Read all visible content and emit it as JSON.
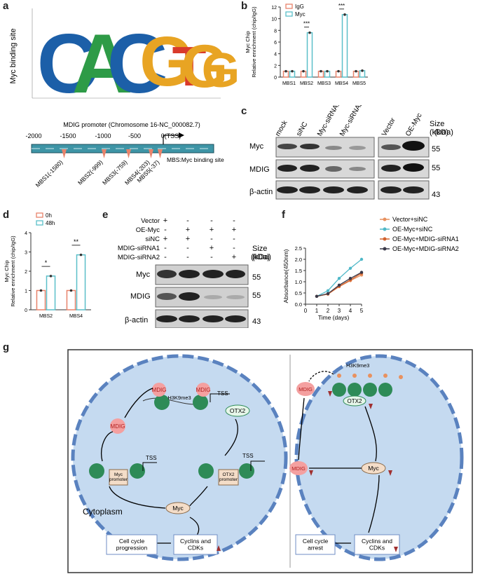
{
  "panels": {
    "a": "a",
    "b": "b",
    "c": "c",
    "d": "d",
    "e": "e",
    "f": "f",
    "g": "g"
  },
  "panel_a": {
    "ylabel": "Myc binding site",
    "logo_letters": [
      "C",
      "A",
      "C",
      "G",
      "T",
      "G",
      "G"
    ],
    "promoter_title": "MDIG promoter (Chromosome 16-NC_000082.7)",
    "scale_ticks": [
      "-2000",
      "-1500",
      "-1000",
      "-500",
      "0(TSS)"
    ],
    "sites": [
      "MBS1(-1580)",
      "MBS2(-999)",
      "MBS3(-759)",
      "MBS4(-203)",
      "MBS5(-37)"
    ],
    "legend": "MBS:Myc binding site"
  },
  "panel_c": {
    "lanes_left": [
      "mock",
      "siNC",
      "Myc-siRNA1",
      "Myc-siRNA2"
    ],
    "lanes_right": [
      "Vector",
      "OE-Myc"
    ],
    "size_label": "Size\n(kDa)",
    "rows": [
      {
        "name": "Myc",
        "size": "55"
      },
      {
        "name": "MDIG",
        "size": "55"
      },
      {
        "name": "β-actin",
        "size": "43"
      }
    ]
  },
  "panel_e": {
    "rows": [
      "Vector",
      "OE-Myc",
      "siNC",
      "MDIG-siRNA1",
      "MDIG-siRNA2"
    ],
    "signs": [
      [
        "+",
        "-",
        "-",
        "-"
      ],
      [
        "-",
        "+",
        "+",
        "+"
      ],
      [
        "+",
        "+",
        "-",
        "-"
      ],
      [
        "-",
        "-",
        "+",
        "-"
      ],
      [
        "-",
        "-",
        "-",
        "+"
      ]
    ],
    "size_label": "Size\n(kDa)",
    "blots": [
      {
        "name": "Myc",
        "size": "55"
      },
      {
        "name": "MDIG",
        "size": "55"
      },
      {
        "name": "β-actin",
        "size": "43"
      }
    ]
  },
  "chart_data": [
    {
      "type": "bar",
      "id": "b",
      "categories": [
        "MBS1",
        "MBS2",
        "MBS3",
        "MBS4",
        "MBS5"
      ],
      "series": [
        {
          "name": "IgG",
          "values": [
            1.0,
            1.0,
            1.0,
            1.0,
            1.0
          ],
          "color": "#e8836b"
        },
        {
          "name": "Myc",
          "values": [
            1.0,
            7.6,
            1.0,
            10.7,
            1.1
          ],
          "color": "#5bbfc9"
        }
      ],
      "ylabel": "Myc Chip\nRelative enrichment (chip/IgG)",
      "ylim": [
        0,
        12
      ],
      "yticks": [
        "0",
        "2",
        "4",
        "6",
        "8",
        "10",
        "12"
      ],
      "annotations": [
        "***",
        "***"
      ]
    },
    {
      "type": "bar",
      "id": "d",
      "categories": [
        "MBS2",
        "MBS4"
      ],
      "series": [
        {
          "name": "0h",
          "values": [
            1.0,
            1.0
          ],
          "color": "#e8836b"
        },
        {
          "name": "48h",
          "values": [
            1.75,
            2.85
          ],
          "color": "#5bbfc9"
        }
      ],
      "ylabel": "Myc Chip\nRelative enrichment (chip/IgG)",
      "ylim": [
        0,
        4
      ],
      "yticks": [
        "0",
        "1",
        "2",
        "3",
        "4"
      ],
      "annotations": [
        "*",
        "**"
      ]
    },
    {
      "type": "line",
      "id": "f",
      "x": [
        1,
        2,
        3,
        4,
        5
      ],
      "series": [
        {
          "name": "Vector+siNC",
          "values": [
            0.35,
            0.45,
            0.78,
            1.05,
            1.3
          ],
          "color": "#e8915f"
        },
        {
          "name": "OE-Myc+siNC",
          "values": [
            0.35,
            0.6,
            1.15,
            1.6,
            2.0
          ],
          "color": "#4fb8c8"
        },
        {
          "name": "OE-Myc+MDIG-siRNA1",
          "values": [
            0.35,
            0.45,
            0.8,
            1.08,
            1.38
          ],
          "color": "#d2622e"
        },
        {
          "name": "OE-Myc+MDIG-siRNA2",
          "values": [
            0.35,
            0.47,
            0.85,
            1.15,
            1.42
          ],
          "color": "#3a3a4a"
        }
      ],
      "xlabel": "Time (days)",
      "ylabel": "Absorbance(450nm)",
      "xlim": [
        0,
        5
      ],
      "ylim": [
        0,
        2.5
      ],
      "xticks": [
        "0",
        "1",
        "2",
        "3",
        "4",
        "5"
      ],
      "yticks": [
        "0.0",
        "0.5",
        "1.0",
        "1.5",
        "2.0",
        "2.5"
      ]
    }
  ],
  "panel_g": {
    "left_labels": {
      "mdig": "MDIG",
      "h3k9": "H3K9me3",
      "tss": "TSS",
      "otx2": "OTX2",
      "myc_promoter": "Myc\npromoter",
      "otx2_promoter": "OTX2\npromoter",
      "myc": "Myc",
      "cytoplasm": "Cytoplasm",
      "cyclins": "Cyclins and\nCDKs",
      "progression": "Cell cycle\nprogression"
    },
    "right_labels": {
      "h3k9": "H3K9me3",
      "mdig": "MDIG",
      "otx2": "OTX2",
      "myc": "Myc",
      "cyclins": "Cyclins and\nCDKs",
      "arrest": "Cell cycle\narrest"
    }
  }
}
